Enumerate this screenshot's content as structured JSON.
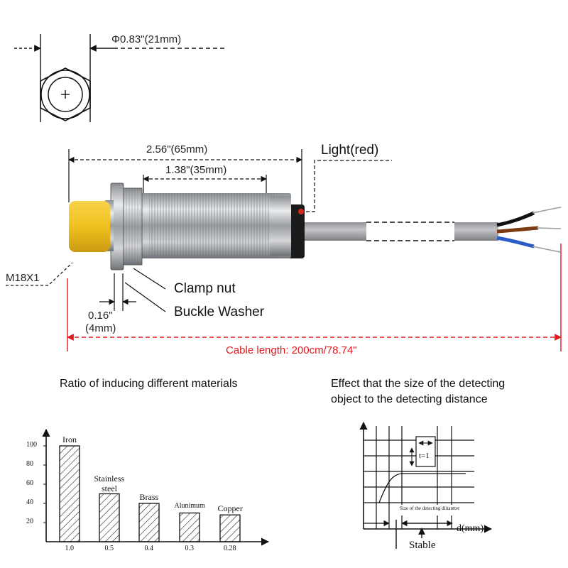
{
  "drawing": {
    "diameter_label": "Φ0.83\"(21mm)",
    "length_label": "2.56\"(65mm)",
    "thread_length_label": "1.38\"(35mm)",
    "light_label": "Light(red)",
    "thread_label": "M18X1",
    "clamp_nut_label": "Clamp nut",
    "washer_label": "Buckle Washer",
    "nut_width_label_1": "0.16\"",
    "nut_width_label_2": "(4mm)",
    "cable_label": "Cable length: 200cm/78.74\""
  },
  "ratio_section": {
    "title": "Ratio of inducing different materials"
  },
  "effect_section": {
    "title_line1": "Effect that the size of the detecting",
    "title_line2": "object to the detecting distance",
    "t_label": "t=1",
    "size_label": "Size of the detecting diitantter",
    "x_axis_label": "d(mm)",
    "stable_label": "Stable"
  },
  "chart_data": {
    "type": "bar",
    "title": "Ratio of inducing different materials",
    "categories": [
      "Iron",
      "Stainless steel",
      "Brass",
      "Alunimum",
      "Copper"
    ],
    "x_tick_labels": [
      "1.0",
      "0.5",
      "0.4",
      "0.3",
      "0.28"
    ],
    "values": [
      100,
      50,
      40,
      30,
      28
    ],
    "y_ticks": [
      "20",
      "40",
      "60",
      "80",
      "100"
    ],
    "ylim": [
      0,
      110
    ],
    "grid": false,
    "bar_fill": "hatched"
  },
  "colors": {
    "red_dim": "#e0191e",
    "sensor_cap": "#f0c21e",
    "metal": "#b9bcc0",
    "cable": "#a7a9ab",
    "wire_brown": "#7a3b12",
    "wire_blue": "#2a5cc6",
    "wire_black": "#111111"
  }
}
